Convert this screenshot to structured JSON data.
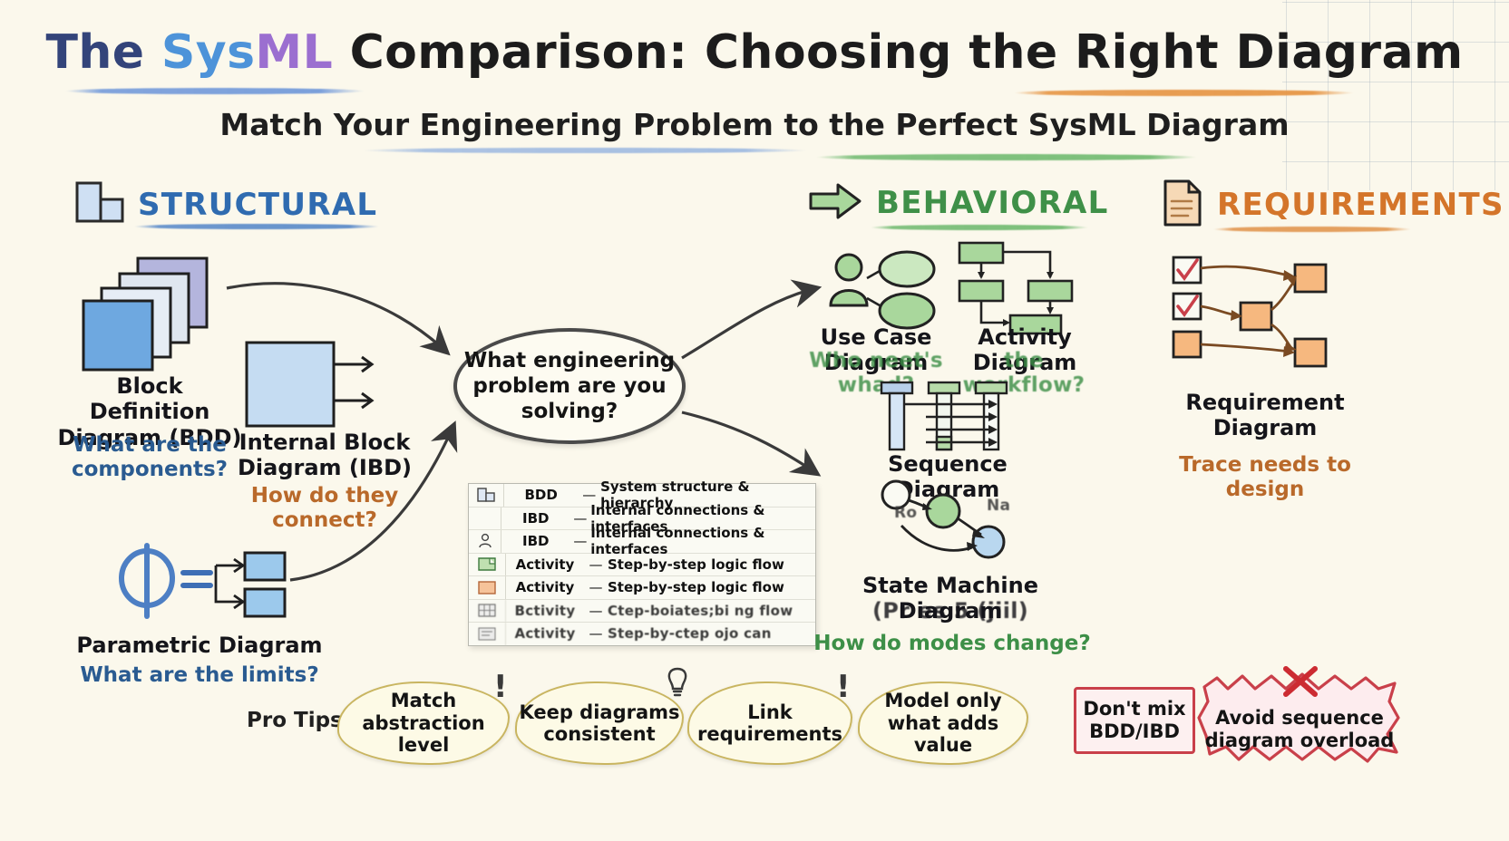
{
  "title": {
    "part_the": "The ",
    "part_sys": "Sys",
    "part_ml": "ML",
    "part_rest": " Comparison: Choosing the Right Diagram"
  },
  "subtitle": "Match Your Engineering Problem to the Perfect SysML Diagram",
  "sections": {
    "structural": {
      "label": "STRUCTURAL",
      "icon": "blocks-icon",
      "color": "#2f6bb0"
    },
    "behavioral": {
      "label": "BEHAVIORAL",
      "icon": "arrow-right-icon",
      "color": "#3f9048"
    },
    "requirements": {
      "label": "REQUIREMENTS",
      "icon": "document-icon",
      "color": "#d4752a"
    }
  },
  "center": {
    "question": "What engineering problem are you solving?"
  },
  "structural_items": [
    {
      "name": "Block Definition Diagram (BDD)",
      "caption": "What are the components?",
      "caption_color": "blue"
    },
    {
      "name": "Internal Block Diagram (IBD)",
      "caption": "How do they connect?",
      "caption_color": "orange"
    },
    {
      "name": "Parametric Diagram",
      "caption": "What are the limits?",
      "caption_color": "blue"
    }
  ],
  "behavioral_items": [
    {
      "name": "Use Case Diagram",
      "caption": "Who neet's whad?",
      "caption_color": "green"
    },
    {
      "name": "Activity Diagram",
      "caption": "the workflow?",
      "caption_color": "green"
    },
    {
      "name": "Sequence Diagram",
      "caption": "",
      "caption_color": "green"
    },
    {
      "name": "State Machine Diagram",
      "sub": "(Pr es 5 (jiil)",
      "caption": "How do modes change?",
      "caption_color": "green"
    }
  ],
  "requirements_items": [
    {
      "name": "Requirement Diagram",
      "caption": "Trace needs to design",
      "caption_color": "orange"
    }
  ],
  "legend": {
    "rows": [
      {
        "icon": "blocks-icon",
        "name": "BDD",
        "dash": "—",
        "desc": "System structure & hierarchy"
      },
      {
        "icon": "",
        "name": "IBD",
        "dash": "—",
        "desc": "Internal connections & interfaces"
      },
      {
        "icon": "actor-icon",
        "name": "IBD",
        "dash": "—",
        "desc": "Internal connections & interfaces"
      },
      {
        "icon": "green-node-icon",
        "name": "Activity",
        "dash": "—",
        "desc": "Step-by-step logic flow"
      },
      {
        "icon": "orange-node-icon",
        "name": "Activity",
        "dash": "—",
        "desc": "Step-by-step logic flow"
      },
      {
        "icon": "grid-icon",
        "name": "Bctivity",
        "dash": "—",
        "desc": "Ctep-boiates;bi ng flow"
      },
      {
        "icon": "blur-icon",
        "name": "Activity",
        "dash": "—",
        "desc": "Step-by-ctep ojo can"
      }
    ]
  },
  "protips": {
    "label": "Pro Tips",
    "tips": [
      {
        "text": "Match abstraction level",
        "marker": "!"
      },
      {
        "text": "Keep diagrams consistent",
        "marker": "bulb"
      },
      {
        "text": "Link requirements",
        "marker": "!"
      },
      {
        "text": "Model only what adds value",
        "marker": ""
      }
    ],
    "warnings": [
      {
        "text": "Don't mix BDD/IBD",
        "marker": ""
      },
      {
        "text": "Avoid sequence diagram overload",
        "marker": "x"
      }
    ]
  },
  "colors": {
    "background": "#fbf8ec",
    "blue": "#2f6bb0",
    "green": "#3f9048",
    "orange": "#d4752a",
    "red": "#c9404a",
    "ink": "#2b2b2b"
  }
}
